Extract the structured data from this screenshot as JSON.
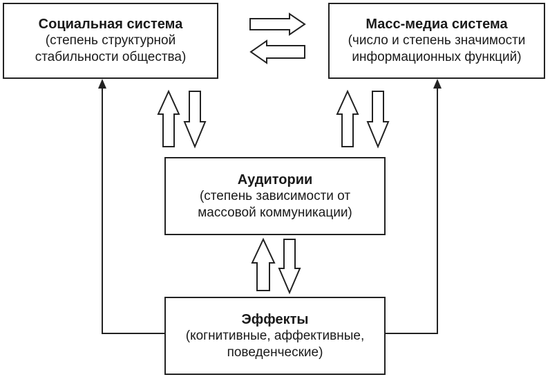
{
  "diagram": {
    "social": {
      "title": "Социальная система",
      "line1": "(степень структурной",
      "line2": "стабильности общества)"
    },
    "media": {
      "title": "Масс-медиа система",
      "line1": "(число и степень значимости",
      "line2": "информационных функций)"
    },
    "audience": {
      "title": "Аудитории",
      "line1": "(степень зависимости от",
      "line2": "массовой коммуникации)"
    },
    "effects": {
      "title": "Эффекты",
      "line1": "(когнитивные, аффективные,",
      "line2": "поведенческие)"
    }
  },
  "colors": {
    "stroke": "#222222",
    "background": "#ffffff"
  }
}
